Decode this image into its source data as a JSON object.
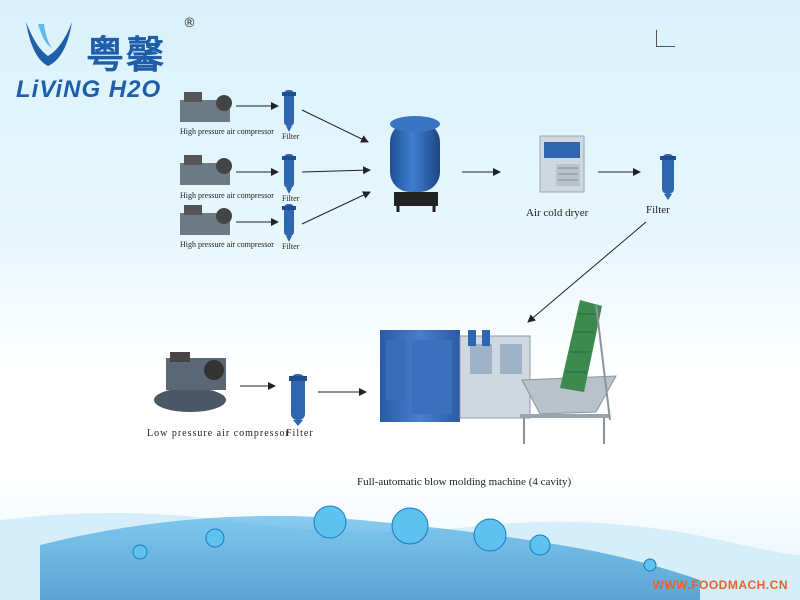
{
  "logo": {
    "brand_cn": "粤馨",
    "registered": "®",
    "brand_en": "LiViNG H2O"
  },
  "labels": {
    "hp_compressor_1": "High pressure air compressor",
    "hp_compressor_2": "High pressure air compressor",
    "hp_compressor_3": "High pressure air compressor",
    "filter_1": "Filter",
    "filter_2": "Filter",
    "filter_3": "Filter",
    "air_cold_dryer": "Air cold dryer",
    "filter_dryer": "Filter",
    "lp_compressor": "Low pressure air compressor",
    "filter_lp": "Filter",
    "blow_molding": "Full-automatic blow molding machine (4 cavity)"
  },
  "watermark": "WWW.FOODMACH.CN",
  "colors": {
    "brand_blue": "#1f5ea8",
    "equipment_blue": "#2f66b0",
    "conveyor_green": "#3d8a4e",
    "watermark_orange": "#e8622a"
  }
}
